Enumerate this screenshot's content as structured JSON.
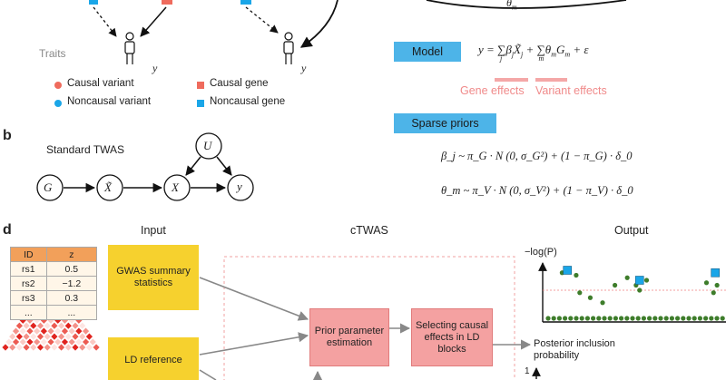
{
  "panel_a": {
    "traits_label": "Traits",
    "y_label": "y",
    "legend": [
      {
        "label": "Causal variant",
        "color": "#ef6b5d",
        "shape": "dot"
      },
      {
        "label": "Noncausal variant",
        "color": "#1aa6e8",
        "shape": "dot"
      },
      {
        "label": "Causal gene",
        "color": "#ef6b5d",
        "shape": "square"
      },
      {
        "label": "Noncausal gene",
        "color": "#1aa6e8",
        "shape": "square"
      }
    ],
    "theta_label": "θ",
    "theta_sub": "m"
  },
  "model": {
    "tag": "Model",
    "equation": {
      "lhs": "y =",
      "sum_j": "∑",
      "sum_j_sub": "j",
      "beta": "β",
      "beta_sub": "j",
      "xtilde": "X̃",
      "xtilde_sub": "j",
      "plus1": "+",
      "sum_m": "∑",
      "sum_m_sub": "m",
      "theta": "θ",
      "theta_sub": "m",
      "g": "G",
      "g_sub": "m",
      "plus2": "+ ε"
    },
    "gene_effects": "Gene effects",
    "variant_effects": "Variant effects",
    "highlight_color": "#f4a7a7"
  },
  "priors": {
    "tag": "Sparse priors",
    "beta_line": "β_j ~ π_G · N (0, σ_G²) + (1 − π_G) · δ_0",
    "theta_line": "θ_m ~ π_V · N (0, σ_V²) + (1 − π_V) · δ_0"
  },
  "panel_b": {
    "letter": "b",
    "title": "Standard TWAS",
    "nodes": {
      "g": "G",
      "xt": "X̃",
      "x": "X",
      "y": "y",
      "u": "U"
    }
  },
  "panel_d": {
    "letter": "d",
    "input_title": "Input",
    "ctwas_title": "cTWAS",
    "output_title": "Output",
    "table": {
      "headers": [
        "ID",
        "z"
      ],
      "rows": [
        [
          "rs1",
          "0.5"
        ],
        [
          "rs2",
          "−1.2"
        ],
        [
          "rs3",
          "0.3"
        ],
        [
          "...",
          "..."
        ]
      ]
    },
    "gwas_box": "GWAS summary statistics",
    "ld_box": "LD reference",
    "prior_box": "Prior parameter estimation",
    "select_box": "Selecting causal effects in LD blocks",
    "axis_label": "−log(P)",
    "pip_label": "Posterior inclusion probability",
    "pip_tick": "1"
  },
  "colors": {
    "blue_tag": "#4db4e8",
    "yellow": "#f6d12e",
    "pink": "#f4a1a1",
    "causal": "#ef6b5d",
    "noncausal": "#1aa6e8",
    "dot_green": "#3e7d2b"
  },
  "chart_points": {
    "green": [
      [
        0.1,
        0.95
      ],
      [
        0.18,
        0.9
      ],
      [
        0.2,
        0.55
      ],
      [
        0.26,
        0.45
      ],
      [
        0.33,
        0.35
      ],
      [
        0.4,
        0.7
      ],
      [
        0.47,
        0.85
      ],
      [
        0.52,
        0.7
      ],
      [
        0.54,
        0.6
      ],
      [
        0.58,
        0.8
      ],
      [
        0.92,
        0.75
      ],
      [
        0.96,
        0.55
      ],
      [
        0.98,
        0.7
      ]
    ],
    "blue_squares": [
      [
        0.13,
        1.0
      ],
      [
        0.54,
        0.8
      ],
      [
        0.97,
        0.95
      ]
    ]
  }
}
